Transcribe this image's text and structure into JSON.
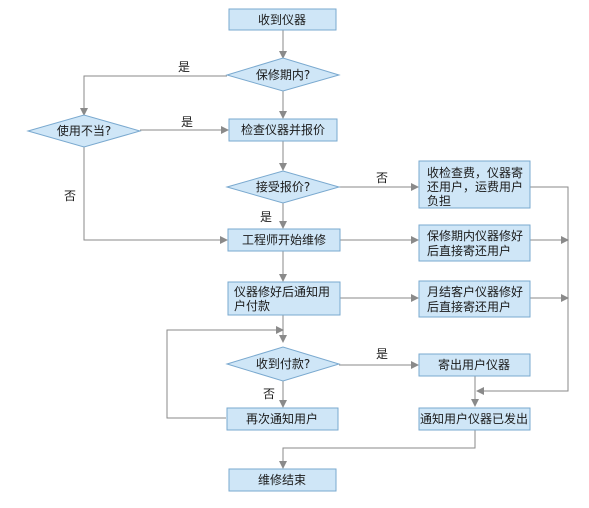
{
  "nodes": {
    "start": "收到仪器",
    "warranty_q": "保修期内?",
    "misuse_q": "使用不当?",
    "inspect_quote": "检查仪器并报价",
    "accept_q": "接受报价?",
    "charge_return": [
      "收检查费，仪器寄",
      "还用户，运费用户",
      "负担"
    ],
    "start_repair": "工程师开始维修",
    "warranty_return": [
      "保修期内仪器修好",
      "后直接寄还用户"
    ],
    "notify_pay": [
      "仪器修好后通知用",
      "户付款"
    ],
    "monthly_return": [
      "月结客户仪器修好",
      "后直接寄还用户"
    ],
    "paid_q": "收到付款?",
    "ship_user": "寄出用户仪器",
    "renotify": "再次通知用户",
    "notify_shipped": "通知用户仪器已发出",
    "end": "维修结束"
  },
  "labels": {
    "warranty_yes": "是",
    "misuse_yes": "是",
    "misuse_no": "否",
    "accept_no": "否",
    "accept_yes": "是",
    "paid_yes": "是",
    "paid_no": "否"
  }
}
